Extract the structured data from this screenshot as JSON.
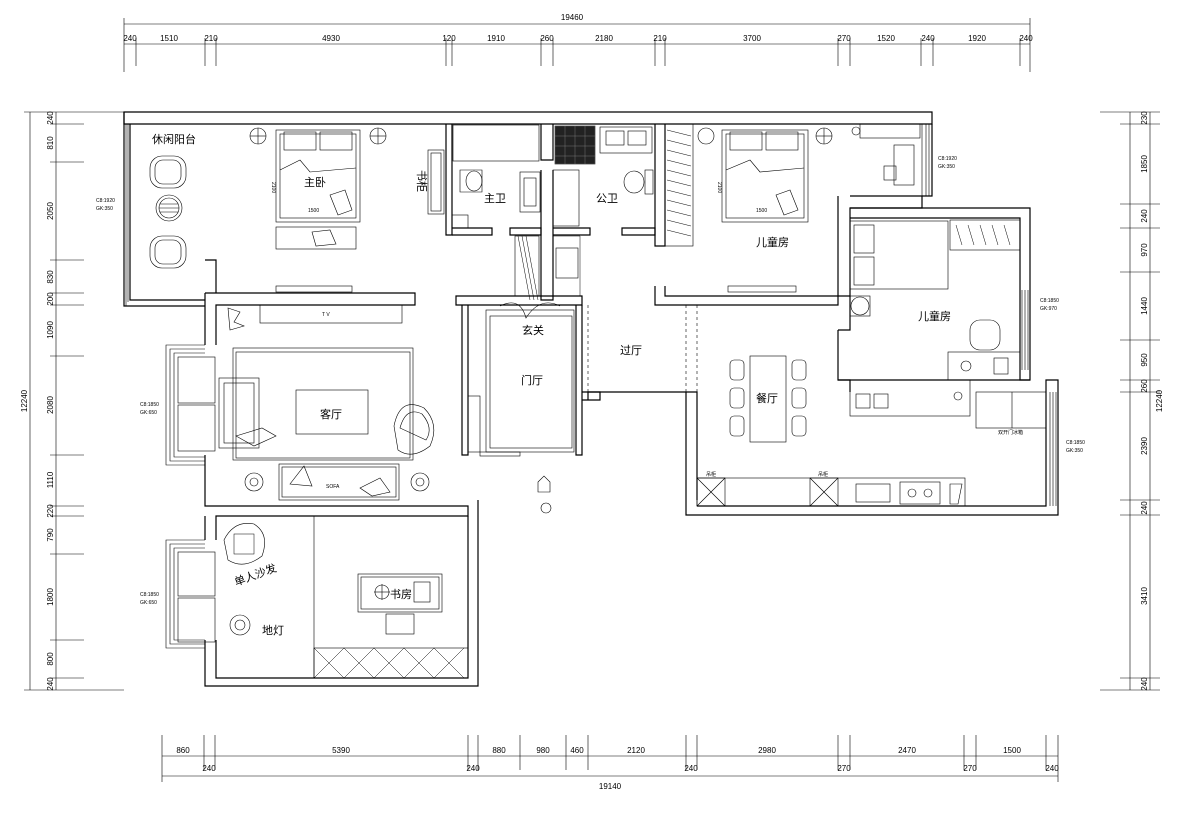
{
  "dims": {
    "top_total": "19460",
    "top": [
      "240",
      "1510",
      "210",
      "4930",
      "120",
      "1910",
      "260",
      "2180",
      "210",
      "3700",
      "270",
      "1520",
      "240",
      "1920",
      "240"
    ],
    "bottom_row1": [
      "860",
      "5390",
      "880",
      "980",
      "460",
      "2120",
      "2980",
      "2470",
      "1500"
    ],
    "bottom_row2": [
      "240",
      "240",
      "240",
      "270",
      "270",
      "240"
    ],
    "bottom_total": "19140",
    "left": [
      "240",
      "810",
      "2050",
      "830",
      "200",
      "1090",
      "2080",
      "1110",
      "220",
      "790",
      "1800",
      "800",
      "240"
    ],
    "left_total": "12240",
    "right": [
      "230",
      "1850",
      "240",
      "970",
      "1440",
      "950",
      "260",
      "2390",
      "240",
      "3410",
      "240"
    ],
    "right_total": "12240"
  },
  "rooms": {
    "balcony": "休闲阳台",
    "master_bedroom": "主卧",
    "master_bath": "主卫",
    "bookcase": "书柜",
    "public_bath": "公卫",
    "kids_room_1": "儿童房",
    "kids_room_2": "儿童房",
    "entrance": "玄关",
    "foyer": "门厅",
    "hallway": "过厅",
    "living_room": "客厅",
    "dining_room": "餐厅",
    "study": "书房",
    "single_sofa": "单人沙发",
    "floor_lamp": "地灯"
  },
  "windows": {
    "w_balcony": [
      "C8:1920",
      "GK:350"
    ],
    "w_living": [
      "C8:1850",
      "GK:650"
    ],
    "w_study": [
      "C8:1850",
      "GK:650"
    ],
    "w_kids1": [
      "C8:1920",
      "GK:350"
    ],
    "w_kids2": [
      "C8:1850",
      "GK:970"
    ],
    "w_dining": [
      "C8:1850",
      "GK:350"
    ]
  },
  "furniture": {
    "bed_master_w": "1500",
    "bed_master_l": "2100",
    "bed_kids_w": "1500",
    "bed_kids_l": "2100",
    "fridge_label": "双开门冰箱",
    "cabinet_label_1": "吊柜",
    "cabinet_label_2": "吊柜",
    "tv_label": "T V",
    "sofa_label": "SOFA"
  }
}
